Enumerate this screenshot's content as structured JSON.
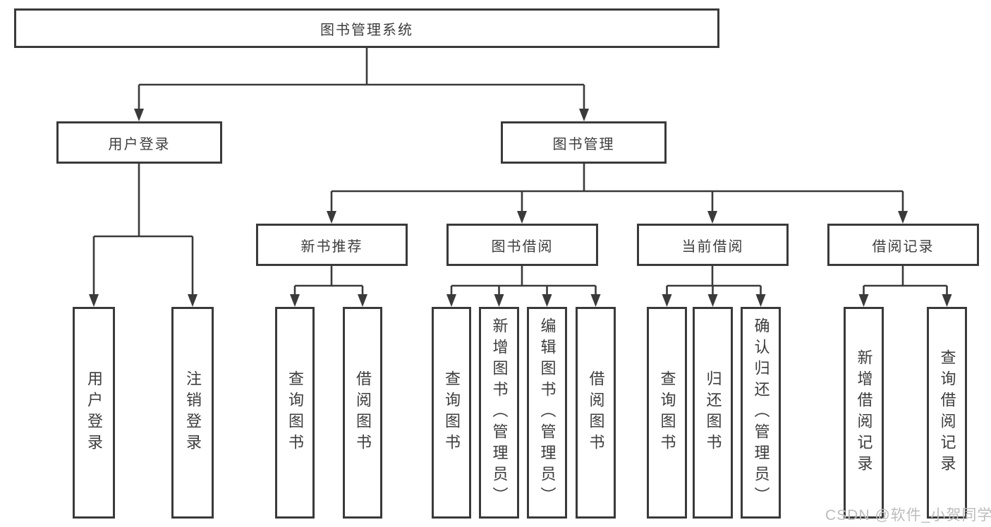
{
  "diagram": {
    "root": {
      "id": "library-management-system",
      "label": "图书管理系统"
    },
    "level2": [
      {
        "id": "user-login",
        "label": "用户登录",
        "parent": "图书管理系统"
      },
      {
        "id": "book-management",
        "label": "图书管理",
        "parent": "图书管理系统"
      }
    ],
    "level3": [
      {
        "id": "new-book-recommend",
        "label": "新书推荐",
        "parent": "图书管理"
      },
      {
        "id": "book-borrowing",
        "label": "图书借阅",
        "parent": "图书管理"
      },
      {
        "id": "current-borrowing",
        "label": "当前借阅",
        "parent": "图书管理"
      },
      {
        "id": "borrowing-records",
        "label": "借阅记录",
        "parent": "图书管理"
      }
    ],
    "leaves": [
      {
        "id": "leaf-user-login",
        "label": "用户登录",
        "parent": "用户登录"
      },
      {
        "id": "leaf-logout",
        "label": "注销登录",
        "parent": "用户登录"
      },
      {
        "id": "leaf-query-books-1",
        "label": "查询图书",
        "parent": "新书推荐"
      },
      {
        "id": "leaf-borrow-books-1",
        "label": "借阅图书",
        "parent": "新书推荐"
      },
      {
        "id": "leaf-query-books-2",
        "label": "查询图书",
        "parent": "图书借阅"
      },
      {
        "id": "leaf-add-book-admin",
        "label": "新增图书（管理员）",
        "parent": "图书借阅"
      },
      {
        "id": "leaf-edit-book-admin",
        "label": "编辑图书（管理员）",
        "parent": "图书借阅"
      },
      {
        "id": "leaf-borrow-books-2",
        "label": "借阅图书",
        "parent": "图书借阅"
      },
      {
        "id": "leaf-query-books-3",
        "label": "查询图书",
        "parent": "当前借阅"
      },
      {
        "id": "leaf-return-books",
        "label": "归还图书",
        "parent": "当前借阅"
      },
      {
        "id": "leaf-confirm-return-admin",
        "label": "确认归还（管理员）",
        "parent": "当前借阅"
      },
      {
        "id": "leaf-add-borrow-record",
        "label": "新增借阅记录",
        "parent": "借阅记录"
      },
      {
        "id": "leaf-query-borrow-record",
        "label": "查询借阅记录",
        "parent": "借阅记录"
      }
    ],
    "watermark": "CSDN @软件_小贺同学",
    "colors": {
      "line": "#3a3a3a",
      "text": "#3d3d3d",
      "box_background": "#ffffff",
      "watermark": "#bcbcbc",
      "page_background": "#ffffff"
    }
  }
}
